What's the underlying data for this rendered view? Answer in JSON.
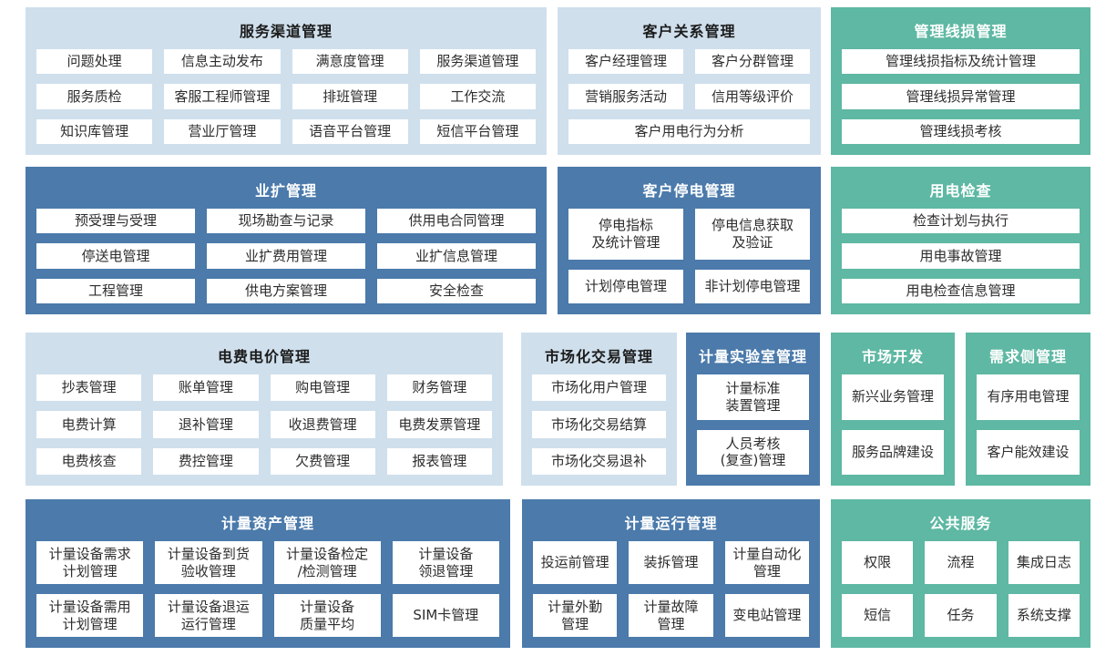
{
  "colors": {
    "light_blue_panel": "#cfdfec",
    "dark_blue_panel": "#4b7aab",
    "green_panel": "#5eb8a3",
    "box_background": "#ffffff",
    "box_text": "#2d2d2d",
    "light_panel_title_text": "#1b1b1b",
    "colored_panel_title_text": "#ffffff"
  },
  "panels": {
    "service_channel": {
      "title": "服务渠道管理",
      "items": [
        "问题处理",
        "信息主动发布",
        "满意度管理",
        "服务渠道管理",
        "服务质检",
        "客服工程师管理",
        "排班管理",
        "工作交流",
        "知识库管理",
        "营业厅管理",
        "语音平台管理",
        "短信平台管理"
      ]
    },
    "customer_relation": {
      "title": "客户关系管理",
      "items": [
        "客户经理管理",
        "客户分群管理",
        "营销服务活动",
        "信用等级评价",
        "客户用电行为分析"
      ]
    },
    "line_loss": {
      "title": "管理线损管理",
      "items": [
        "管理线损指标及统计管理",
        "管理线损异常管理",
        "管理线损考核"
      ]
    },
    "business_expansion": {
      "title": "业扩管理",
      "items": [
        "预受理与受理",
        "现场勘查与记录",
        "供用电合同管理",
        "停送电管理",
        "业扩费用管理",
        "业扩信息管理",
        "工程管理",
        "供电方案管理",
        "安全检查"
      ]
    },
    "customer_outage": {
      "title": "客户停电管理",
      "items": [
        "停电指标\n及统计管理",
        "停电信息获取\n及验证",
        "计划停电管理",
        "非计划停电管理"
      ]
    },
    "power_inspection": {
      "title": "用电检查",
      "items": [
        "检查计划与执行",
        "用电事故管理",
        "用电检查信息管理"
      ]
    },
    "billing_price": {
      "title": "电费电价管理",
      "items": [
        "抄表管理",
        "账单管理",
        "购电管理",
        "财务管理",
        "电费计算",
        "退补管理",
        "收退费管理",
        "电费发票管理",
        "电费核查",
        "费控管理",
        "欠费管理",
        "报表管理"
      ]
    },
    "market_trade": {
      "title": "市场化交易管理",
      "items": [
        "市场化用户管理",
        "市场化交易结算",
        "市场化交易退补"
      ]
    },
    "metering_lab": {
      "title": "计量实验室管理",
      "items": [
        "计量标准\n装置管理",
        "人员考核\n(复查)管理"
      ]
    },
    "market_dev": {
      "title": "市场开发",
      "items": [
        "新兴业务管理",
        "服务品牌建设"
      ]
    },
    "demand_side": {
      "title": "需求侧管理",
      "items": [
        "有序用电管理",
        "客户能效建设"
      ]
    },
    "metering_asset": {
      "title": "计量资产管理",
      "items": [
        "计量设备需求\n计划管理",
        "计量设备到货\n验收管理",
        "计量设备检定\n/检测管理",
        "计量设备\n领退管理",
        "计量设备需用\n计划管理",
        "计量设备退运\n运行管理",
        "计量设备\n质量平均",
        "SIM卡管理"
      ]
    },
    "metering_operation": {
      "title": "计量运行管理",
      "items": [
        "投运前管理",
        "装拆管理",
        "计量自动化\n管理",
        "计量外勤\n管理",
        "计量故障\n管理",
        "变电站管理"
      ]
    },
    "public_service": {
      "title": "公共服务",
      "items": [
        "权限",
        "流程",
        "集成日志",
        "短信",
        "任务",
        "系统支撑"
      ]
    }
  }
}
